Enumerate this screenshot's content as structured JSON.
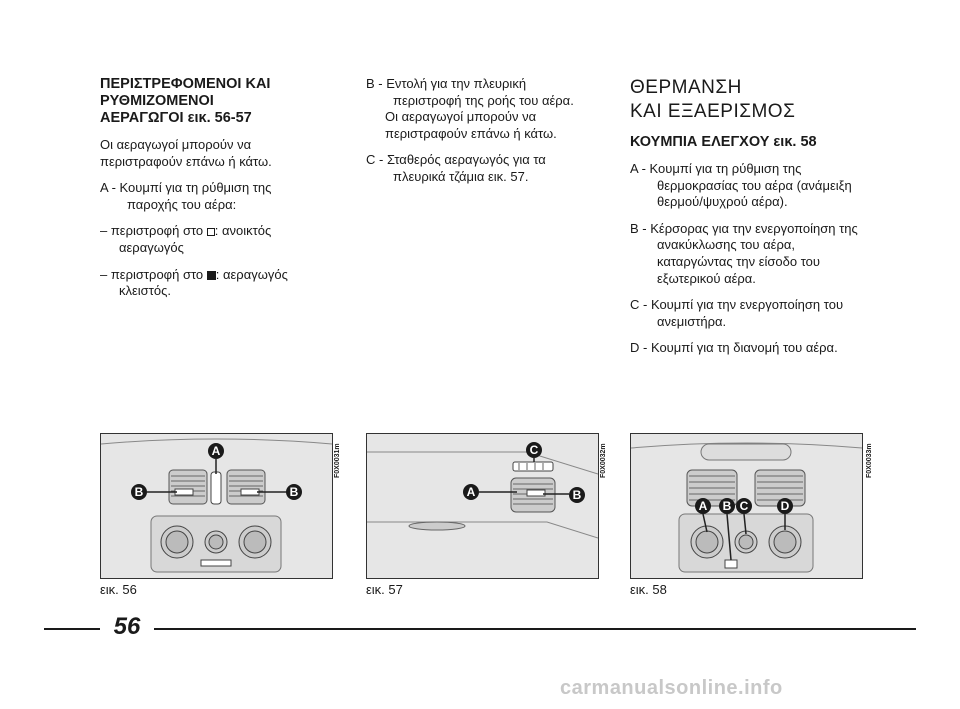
{
  "col1": {
    "heading": [
      "ΠΕΡΙΣΤΡΕΦΟΜΕΝΟΙ ΚΑΙ",
      "ΡΥΘΜΙΖΟΜΕΝΟΙ",
      "ΑΕΡΑΓΩΓΟΙ εικ. 56-57"
    ],
    "intro": "Οι αεραγωγοί μπορούν να περιστραφούν επάνω ή κάτω.",
    "item_a": "A - Κουμπί για τη ρύθμιση της παροχής του αέρα:",
    "open_before": "– περιστροφή στο ",
    "open_after": ": ανοικτός αεραγωγός",
    "closed_before": "– περιστροφή στο ",
    "closed_after": ": αεραγωγός κλειστός."
  },
  "col2": {
    "item_b_line1": "B - Εντολή για την πλευρική περιστροφή της ροής του αέρα.",
    "item_b_line2": "Οι αεραγωγοί μπορούν να περιστραφούν επάνω ή κάτω.",
    "item_c": "C - Σταθερός αεραγωγός για τα πλευρικά τζάμια εικ. 57."
  },
  "col3": {
    "title": [
      "ΘΕΡΜΑΝΣΗ",
      "ΚΑΙ ΕΞΑΕΡΙΣΜΟΣ"
    ],
    "subheading": "ΚΟΥΜΠΙΑ ΕΛΕΓΧΟΥ εικ. 58",
    "item_a": "A - Κουμπί για τη ρύθμιση της θερμοκρασίας του αέρα (ανάμειξη θερμού/ψυχρού αέρα).",
    "item_b": "B - Κέρσορας για την ενεργοποίηση της ανακύκλωσης του αέρα, καταργώντας την είσοδο του εξωτερικού αέρα.",
    "item_c": "C - Κουμπί για την ενεργοποίηση του ανεμιστήρα.",
    "item_d": "D - Κουμπί για τη διανομή του αέρα."
  },
  "figures": [
    {
      "caption": "εικ. 56",
      "code": "F0X0031m",
      "labels": [
        "A",
        "B",
        "B"
      ]
    },
    {
      "caption": "εικ. 57",
      "code": "F0X0032m",
      "labels": [
        "C",
        "A",
        "B"
      ]
    },
    {
      "caption": "εικ. 58",
      "code": "F0X0033m",
      "labels": [
        "A",
        "B",
        "C",
        "D"
      ]
    }
  ],
  "page_number": "56",
  "watermark": "carmanualsonline.info",
  "colors": {
    "text": "#1a1a1a",
    "figure_bg": "#e6e6e6",
    "label_bg": "#1a1a1a"
  }
}
